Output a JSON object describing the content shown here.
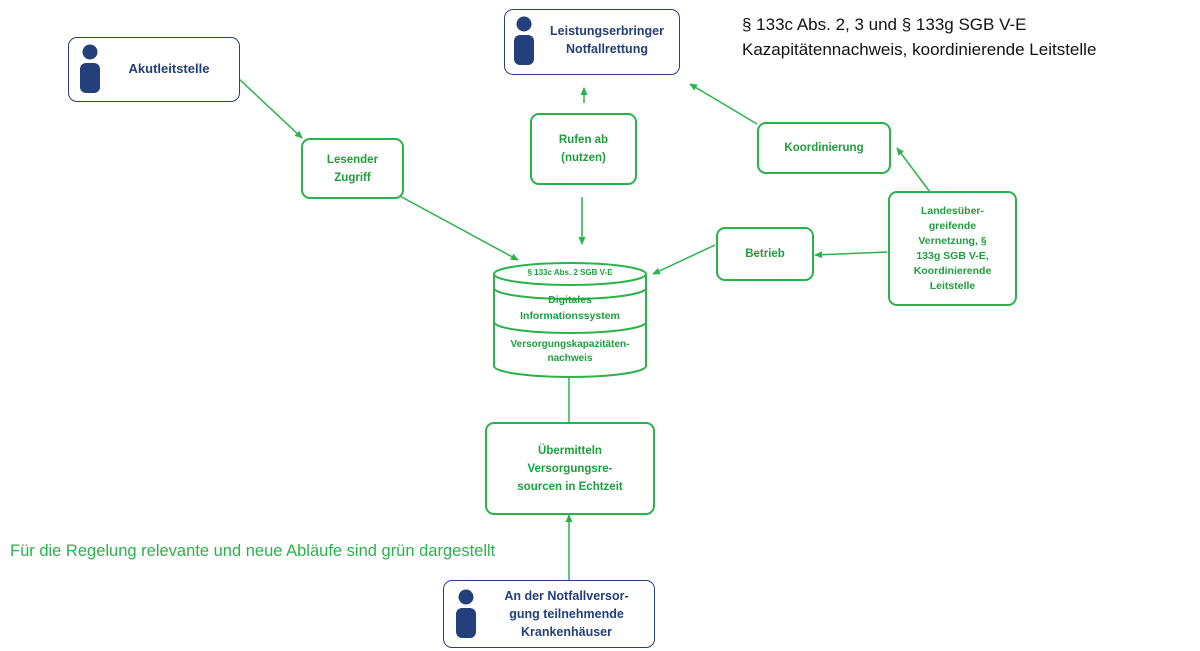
{
  "colors": {
    "green": "#2ab34a",
    "green_text": "#1e9e3c",
    "navy": "#23407a",
    "actor_border": "#2c3e7a"
  },
  "header_note": {
    "line1": "§ 133c Abs. 2, 3 und § 133g SGB V-E",
    "line2": "Kazapitätennachweis, koordinierende Leitstelle"
  },
  "actors": {
    "akutleitstelle": {
      "label": "Akutleitstelle",
      "icon": "person-icon"
    },
    "leistungserbringer": {
      "line1": "Leistungserbringer",
      "line2": "Notfallrettung",
      "icon": "person-icon"
    },
    "krankenhaeuser": {
      "line1": "An der Notfallversor-",
      "line2": "gung teilnehmende",
      "line3": "Krankenhäuser",
      "icon": "person-icon"
    }
  },
  "processes": {
    "lesender_zugriff": "Lesender\nZugriff",
    "rufen_ab": "Rufen ab\n(nutzen)",
    "koordinierung": "Koordinierung",
    "betrieb": "Betrieb",
    "landesuebergreifend": "Landesüber-\ngreifende\nVernetzung, §\n133g SGB V-E,\nKoordinierende\nLeitstelle",
    "uebermitteln": "Übermitteln\nVersorgungsre-\nsourcen in Echtzeit"
  },
  "database": {
    "top_label": "§ 133c Abs. 2 SGB V-E",
    "middle_label": "Digitales\nInformationssystem",
    "bottom_label": "Versorgungskapazitäten-\nnachweis"
  },
  "legend_note": "Für die Regelung relevante und neue Abläufe sind grün dargestellt"
}
